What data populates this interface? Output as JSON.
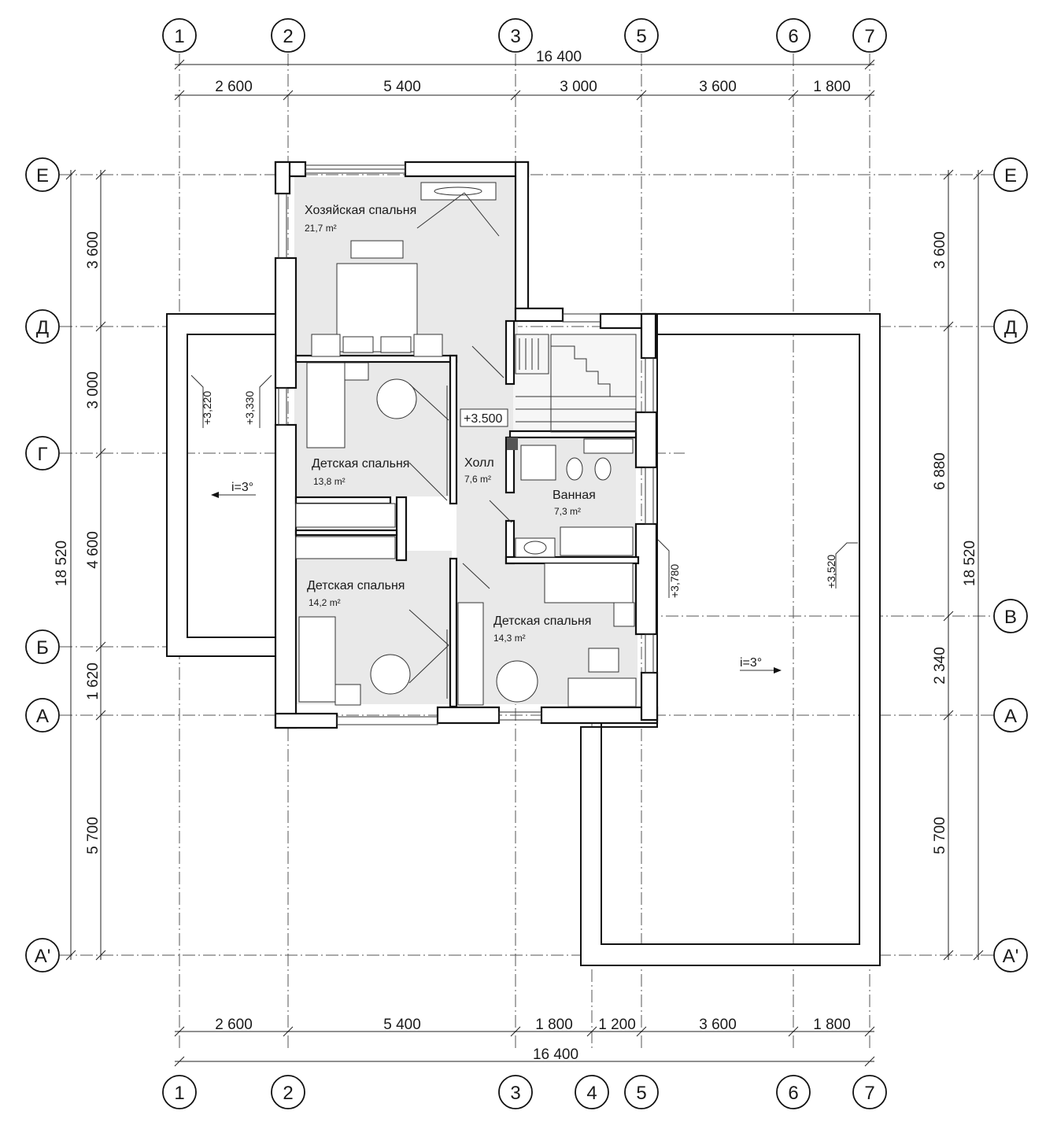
{
  "axes_columns": {
    "top": [
      "1",
      "2",
      "3",
      "5",
      "6",
      "7"
    ],
    "bottom": [
      "1",
      "2",
      "3",
      "4",
      "5",
      "6",
      "7"
    ]
  },
  "axes_rows": {
    "left": [
      "Е",
      "Д",
      "Г",
      "Б",
      "А",
      "А'"
    ],
    "right": [
      "Е",
      "Д",
      "В",
      "А",
      "А'"
    ]
  },
  "dimensions_top": {
    "overall": "16 400",
    "segments": [
      "2 600",
      "5 400",
      "3 000",
      "3 600",
      "1 800"
    ]
  },
  "dimensions_bottom": {
    "overall": "16 400",
    "segments": [
      "2 600",
      "5 400",
      "1 800",
      "1 200",
      "3 600",
      "1 800"
    ]
  },
  "dimensions_left": {
    "overall": "18 520",
    "segments": [
      "3 600",
      "3 000",
      "4 600",
      "1 620",
      "5 700"
    ]
  },
  "dimensions_right": {
    "overall": "18 520",
    "segments": [
      "3 600",
      "6 880",
      "2 340",
      "5 700"
    ]
  },
  "rooms": [
    {
      "name": "Хозяйская спальня",
      "area": "21,7 m²"
    },
    {
      "name": "Детская спальня",
      "area": "13,8 m²"
    },
    {
      "name": "Холл",
      "area": "7,6 m²"
    },
    {
      "name": "Ванная",
      "area": "7,3 m²"
    },
    {
      "name": "Детская спальня",
      "area": "14,2 m²"
    },
    {
      "name": "Детская спальня",
      "area": "14,3 m²"
    }
  ],
  "levels": [
    "+3.500",
    "+3,220",
    "+3,330",
    "+3,780",
    "+3,520"
  ],
  "slopes": [
    "i=3°",
    "i=3°"
  ]
}
